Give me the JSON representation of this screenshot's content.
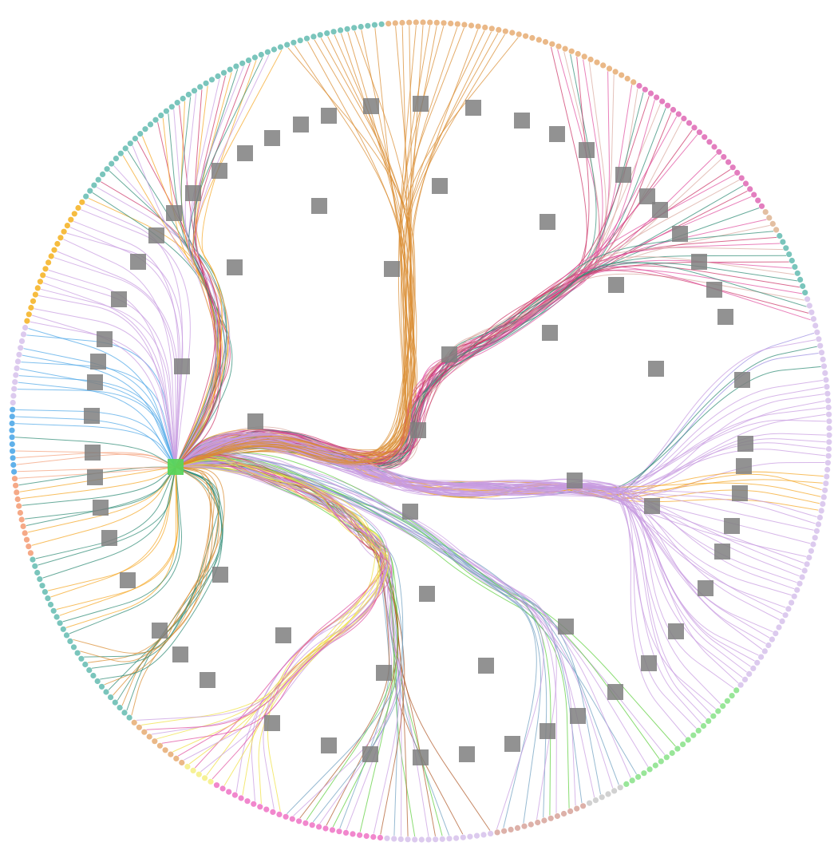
{
  "diagram": {
    "type": "radial-hierarchical-edge-bundling",
    "labels_visible": false,
    "root_color": "#5ad45a",
    "hub_node_color": "#7f7f7f",
    "background": "#ffffff",
    "leaf_ring": [
      {
        "group": "peach",
        "color": "#e8b07a",
        "count": 38
      },
      {
        "group": "pink",
        "color": "#e070b8",
        "count": 26
      },
      {
        "group": "tan",
        "color": "#e0b898",
        "count": 4
      },
      {
        "group": "teal",
        "color": "#6bbfb5",
        "count": 10
      },
      {
        "group": "lavender",
        "color": "#d8c4ec",
        "count": 60
      },
      {
        "group": "green",
        "color": "#8ee38e",
        "count": 22
      },
      {
        "group": "gray",
        "color": "#cccccc",
        "count": 6
      },
      {
        "group": "rose",
        "color": "#d9a9a0",
        "count": 14
      },
      {
        "group": "lilac",
        "color": "#d8c4ec",
        "count": 16
      },
      {
        "group": "magenta",
        "color": "#f07ac8",
        "count": 26
      },
      {
        "group": "yellow",
        "color": "#f5f08a",
        "count": 5
      },
      {
        "group": "peach-2",
        "color": "#e8b07a",
        "count": 10
      },
      {
        "group": "teal-2",
        "color": "#6bbfb5",
        "count": 28
      },
      {
        "group": "salmon",
        "color": "#f4a07a",
        "count": 12
      },
      {
        "group": "blue",
        "color": "#4fa8e8",
        "count": 10
      },
      {
        "group": "lavender-2",
        "color": "#d8c4ec",
        "count": 12
      },
      {
        "group": "orange",
        "color": "#f5b52a",
        "count": 20
      },
      {
        "group": "mixed",
        "color": "#6bbfb5",
        "count": 30
      },
      {
        "group": "teal-3",
        "color": "#6bbfb5",
        "count": 22
      }
    ],
    "edge_palette": [
      "#f5a623",
      "#c89be0",
      "#e04fa0",
      "#2e8b74",
      "#d98c30",
      "#cc3366",
      "#4fa8e8",
      "#6fa0c0",
      "#5ccf3a",
      "#f0e040",
      "#b05a2a",
      "#9a8ae0"
    ]
  }
}
